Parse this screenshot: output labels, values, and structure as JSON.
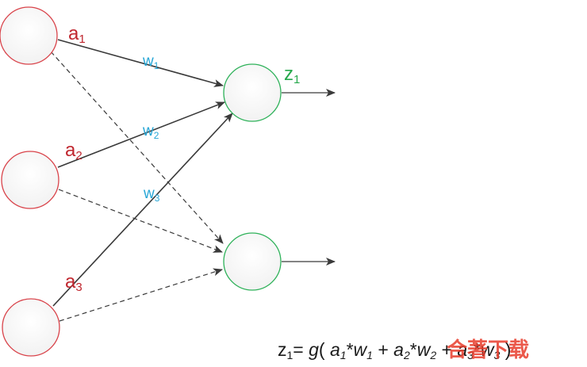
{
  "colors": {
    "input_node_stroke": "#d9434a",
    "output_node_stroke": "#2fb25a",
    "solid_edge": "#3a3a3a",
    "dashed_edge": "#3a3a3a",
    "input_label": "#c0262e",
    "weight_label": "#27a6d6",
    "output_label": "#27a94d",
    "watermark": "#e83d2c"
  },
  "inputs": [
    {
      "label_main": "a",
      "label_sub": "1"
    },
    {
      "label_main": "a",
      "label_sub": "2"
    },
    {
      "label_main": "a",
      "label_sub": "3"
    }
  ],
  "weights": [
    {
      "label_main": "w",
      "label_sub": "1"
    },
    {
      "label_main": "w",
      "label_sub": "2"
    },
    {
      "label_main": "w",
      "label_sub": "3"
    }
  ],
  "outputs": [
    {
      "label_main": "z",
      "label_sub": "1"
    },
    {
      "label_main": "",
      "label_sub": ""
    }
  ],
  "formula": {
    "lhs_main": "z",
    "lhs_sub": "1",
    "equals": "= ",
    "func": "g",
    "open": "( ",
    "t1_a": "a",
    "t1_a_sub": "1",
    "t1_op": "*",
    "t1_w": "w",
    "t1_w_sub": "1",
    "plus1": " + ",
    "t2_a": "a",
    "t2_a_sub": "2",
    "t2_op": "*",
    "t2_w": "w",
    "t2_w_sub": "2",
    "plus2": " + ",
    "t3_a": "a",
    "t3_a_sub": "3",
    "t3_op": "*",
    "t3_w": "w",
    "t3_w_sub": "3",
    "close": " )"
  },
  "watermark": {
    "text": "合著下载"
  }
}
